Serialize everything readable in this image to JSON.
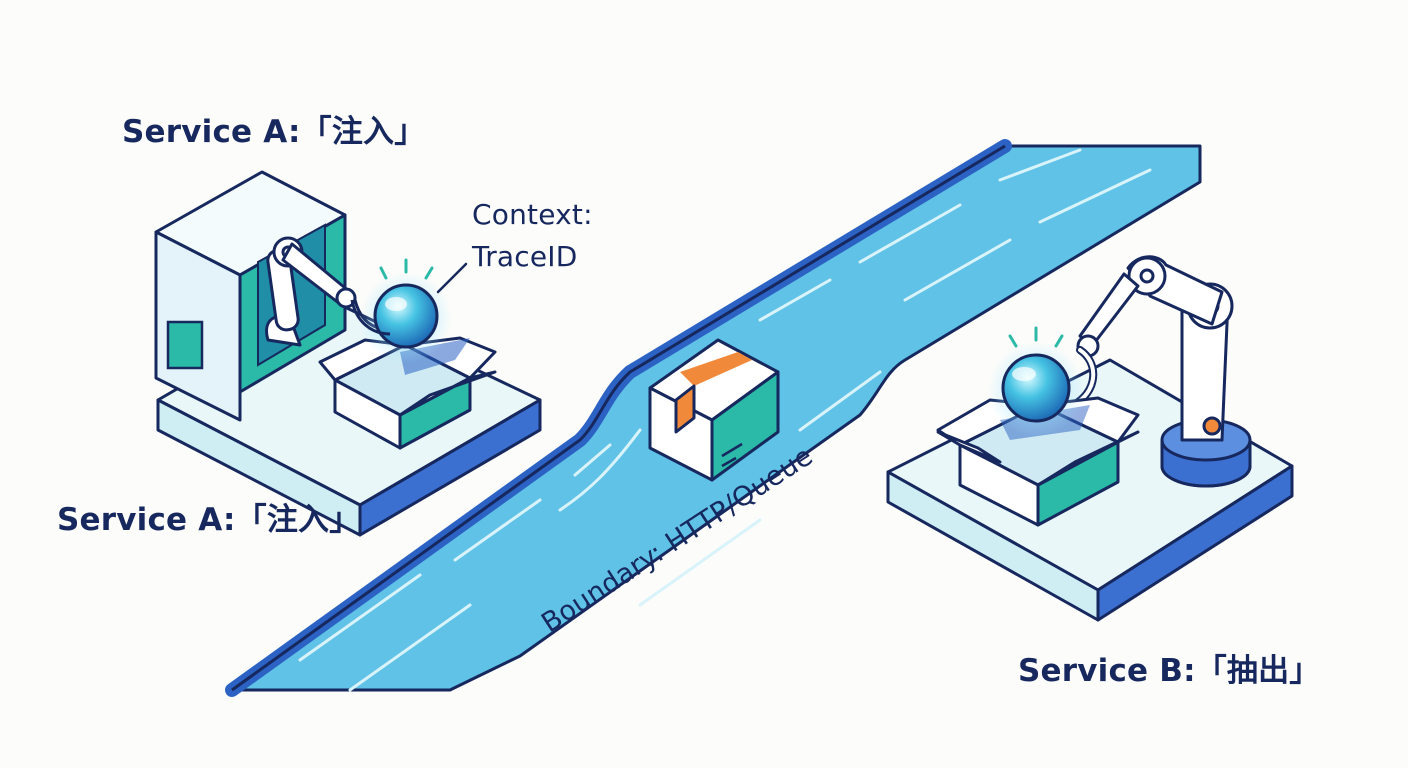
{
  "labels": {
    "service_a_top": "Service A:「注入」",
    "service_a_bottom": "Service A:「注入」",
    "service_b": "Service B:「抽出」",
    "context_line1": "Context:",
    "context_line2": "TraceID",
    "boundary": "Boundary: HTTP/Queue"
  },
  "colors": {
    "navy": "#16285e",
    "stream_light": "#5fc2e6",
    "stream_dark": "#2b62c4",
    "teal": "#2bb9a8",
    "orb": "#40bfe0",
    "accent_orange": "#f08a3a",
    "platform_top": "#e9f7f9",
    "platform_side": "#3b6fd0"
  },
  "icons": [
    "robot-arm-icon",
    "trace-orb-icon",
    "open-box-icon",
    "sealed-package-icon",
    "data-stream-icon"
  ]
}
